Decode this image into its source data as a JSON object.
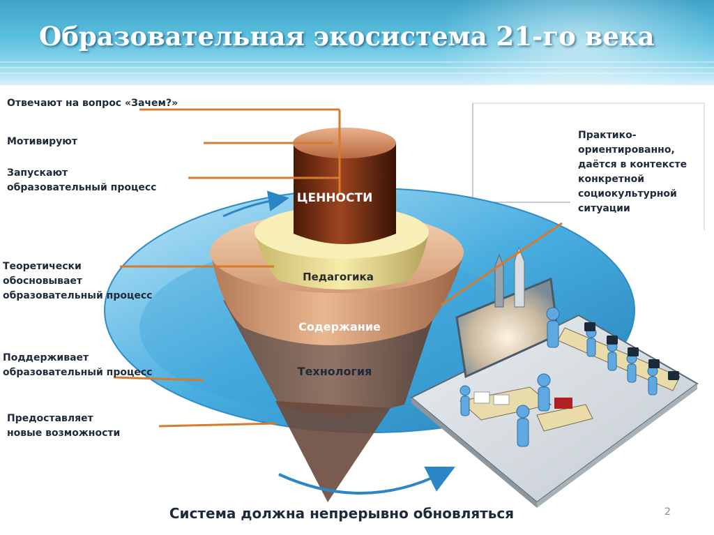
{
  "title": "Образовательная экосистема 21-го века",
  "left_labels": [
    {
      "lines": [
        "Отвечают на вопрос «Зачем?»"
      ]
    },
    {
      "lines": [
        "Мотивируют"
      ]
    },
    {
      "lines": [
        "Запускают",
        "образовательный процесс"
      ]
    },
    {
      "lines": [
        "Теоретически",
        "обосновывает",
        "образовательный процесс"
      ]
    },
    {
      "lines": [
        "Поддерживает",
        "образовательный процесс"
      ]
    },
    {
      "lines": [
        "Предоставляет",
        "новые возможности"
      ]
    }
  ],
  "right_label": {
    "lines": [
      "Практико-",
      "ориентированно,",
      "даётся в контексте",
      "конкретной",
      "социокультурной",
      "ситуации"
    ]
  },
  "layers": {
    "values": "ЦЕННОСТИ",
    "pedagogy": "Педагогика",
    "content": "Содержание",
    "technology": "Технология"
  },
  "footer": "Система должна непрерывно обновляться",
  "page_number": "2",
  "colors": {
    "leader_line": "#d9792a",
    "header": "#4fb3d8",
    "cylinder": "#6b2a12",
    "disk": "#4aaee0"
  }
}
